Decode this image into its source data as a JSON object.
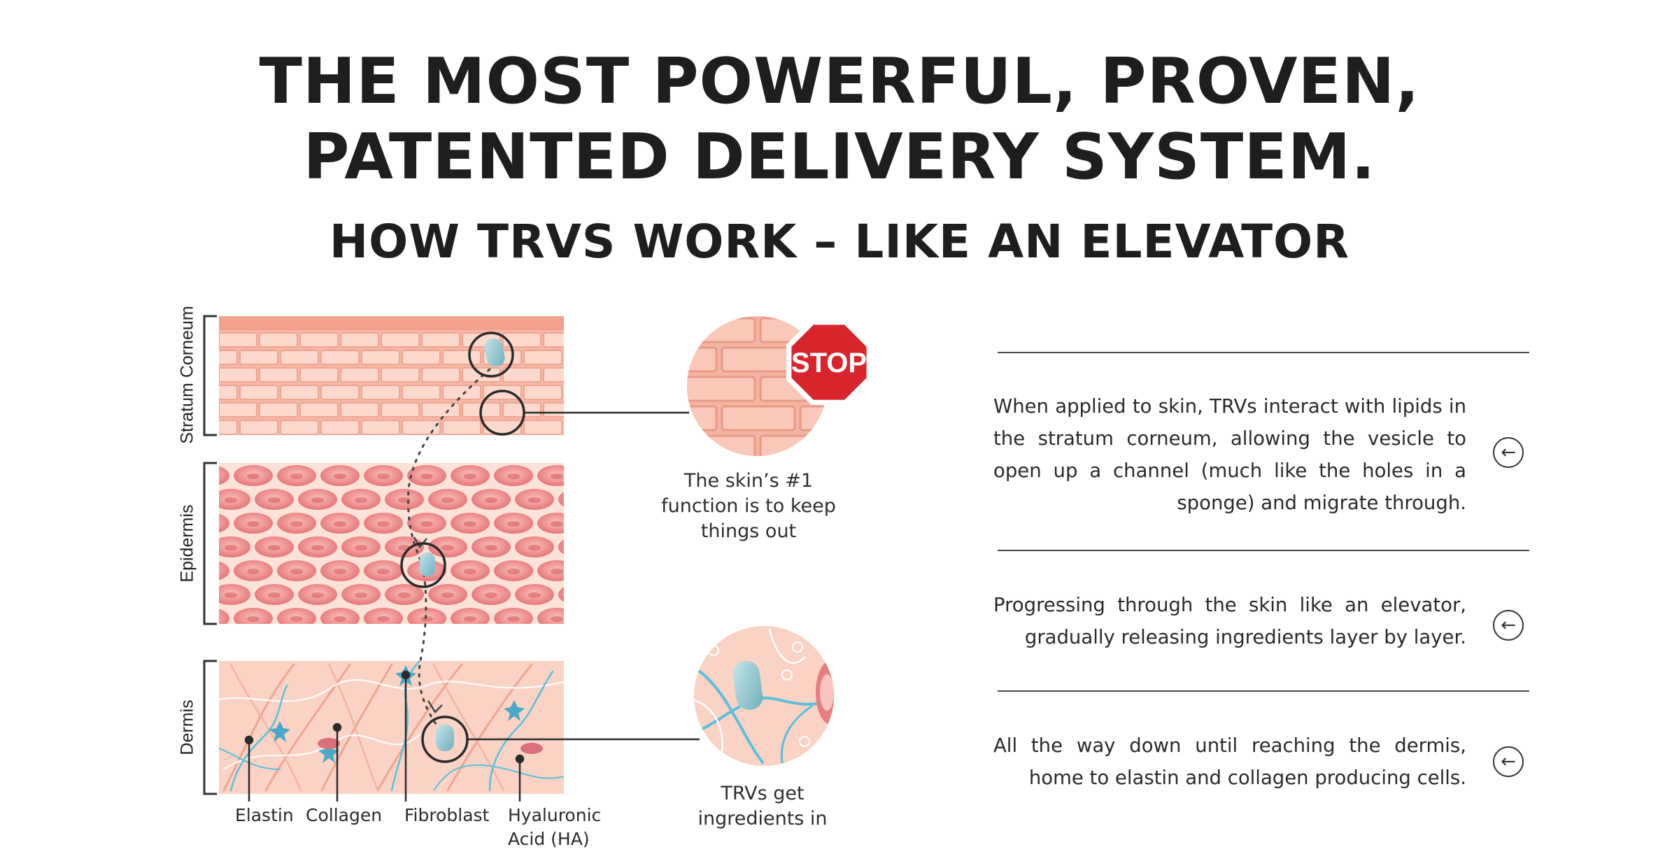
{
  "header": {
    "title_line1": "THE MOST POWERFUL, PROVEN,",
    "title_line2": "PATENTED DELIVERY SYSTEM.",
    "subtitle": "HOW TRVS WORK – LIKE AN ELEVATOR"
  },
  "diagram": {
    "layers": {
      "stratum": "Stratum Corneum",
      "epidermis": "Epidermis",
      "dermis": "Dermis"
    },
    "legend": {
      "elastin": "Elastin",
      "collagen": "Collagen",
      "fibroblast": "Fibroblast",
      "ha_line1": "Hyaluronic",
      "ha_line2": "Acid (HA)"
    },
    "stop_sign": "STOP",
    "caption_top": {
      "line1": "The skin’s #1",
      "line2": "function is to keep",
      "line3": "things out"
    },
    "caption_bottom": {
      "line1": "TRVs get",
      "line2": "ingredients in"
    }
  },
  "steps": [
    {
      "text": "When applied to skin, TRVs interact with lipids in the stratum corneum, allowing the vesicle to open up a channel (much like the holes in a sponge) and migrate through."
    },
    {
      "text": "Progressing through the skin like an elevator, gradually releasing ingredients layer by layer."
    },
    {
      "text": "All the way down until reaching the dermis, home to elastin and collagen producing cells."
    }
  ],
  "colors": {
    "skin_light": "#fbd6c8",
    "skin_brick": "#f3a893",
    "cell": "#ef8d8d",
    "vesicle": "#8fc6cf",
    "stop_red": "#d8242b",
    "fiber_blue": "#5bc0de"
  },
  "icons": {
    "step_arrow": "arrow-left-circle-icon"
  }
}
